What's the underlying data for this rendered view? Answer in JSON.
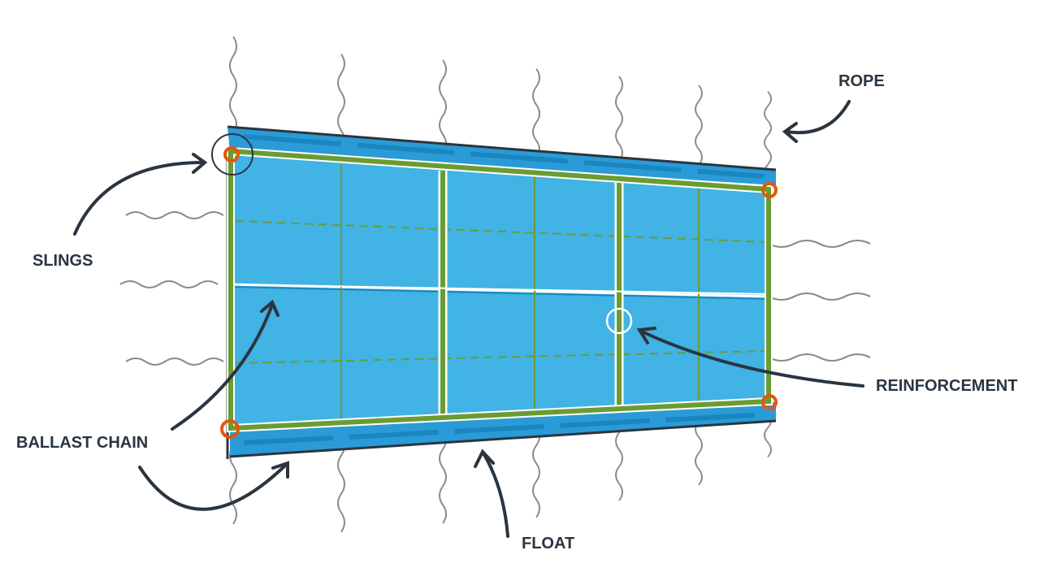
{
  "labels": {
    "rope": "ROPE",
    "slings": "SLINGS",
    "ballast_chain": "BALLAST CHAIN",
    "float": "FLOAT",
    "reinforcement": "REINFORCEMENT"
  },
  "colors": {
    "panel": "#41b3e4",
    "float": "#2a9bd6",
    "float_stripe": "#1a86c0",
    "chain": "#6a9c32",
    "sling": "#e05a0c",
    "outline": "#2a3540",
    "rope": "#8a8a8a"
  }
}
